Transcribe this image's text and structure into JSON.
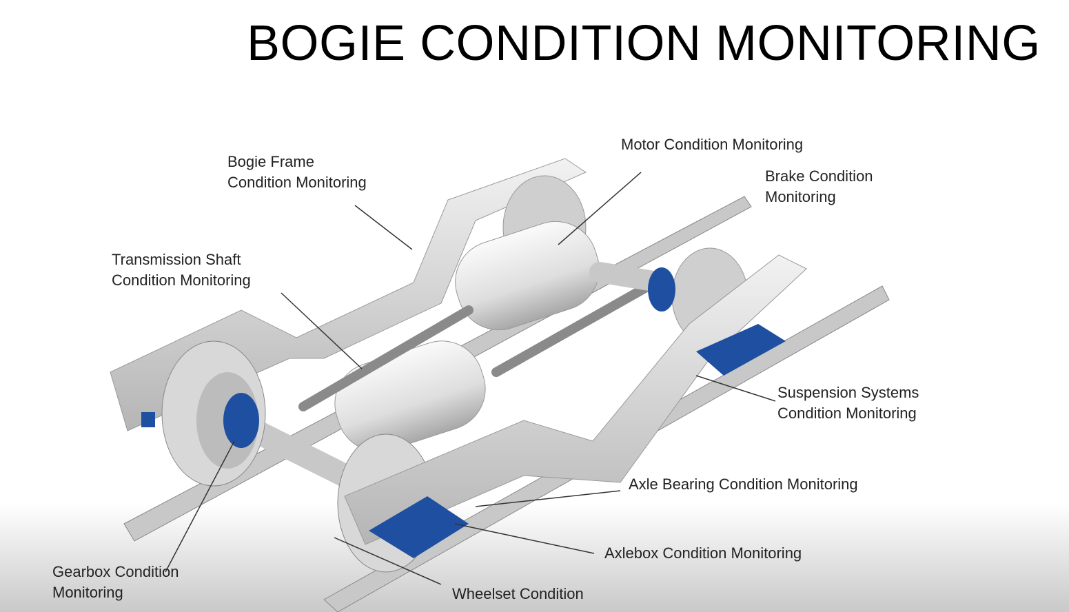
{
  "title": "BOGIE CONDITION MONITORING",
  "labels": {
    "bogie_frame": [
      "Bogie Frame",
      "Condition Monitoring"
    ],
    "motor": [
      "Motor Condition Monitoring"
    ],
    "brake": [
      "Brake Condition",
      "Monitoring"
    ],
    "transmission": [
      "Transmission Shaft",
      "Condition Monitoring"
    ],
    "suspension": [
      "Suspension Systems",
      "Condition Monitoring"
    ],
    "axle_bearing": [
      "Axle Bearing Condition Monitoring"
    ],
    "axlebox": [
      "Axlebox Condition Monitoring"
    ],
    "gearbox": [
      "Gearbox Condition",
      "Monitoring"
    ],
    "wheelset": [
      "Wheelset Condition"
    ]
  },
  "colors": {
    "steel": "#d9d9d9",
    "blue": "#1f4fa0",
    "text": "#222222"
  }
}
